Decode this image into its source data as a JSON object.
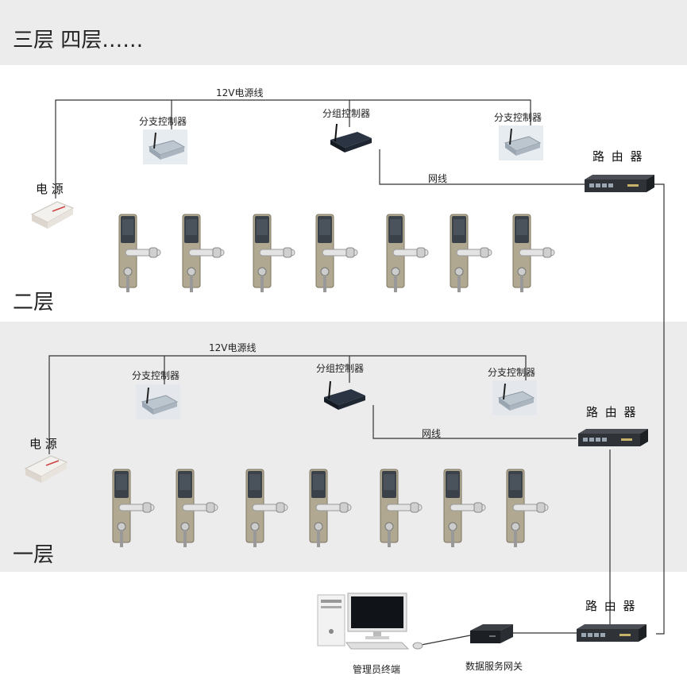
{
  "title_label": "三层  四层……",
  "floors": [
    {
      "name": "二层",
      "power_line_label": "12V电源线",
      "branch_controller_left": "分支控制器",
      "group_controller": "分组控制器",
      "branch_controller_right": "分支控制器",
      "network_cable": "网线",
      "router": "路 由 器",
      "power_supply": "电  源",
      "lock_count": 7
    },
    {
      "name": "一层",
      "power_line_label": "12V电源线",
      "branch_controller_left": "分支控制器",
      "group_controller": "分组控制器",
      "branch_controller_right": "分支控制器",
      "network_cable": "网线",
      "router": "路 由 器",
      "power_supply": "电  源",
      "lock_count": 7
    }
  ],
  "ground": {
    "router": "路 由 器",
    "gateway": "数据服务网关",
    "admin_terminal": "管理员终端"
  },
  "colors": {
    "band_gray": "#ececed",
    "line": "#333333",
    "lock_plate": "#a89f8a",
    "device_dark": "#1f2733"
  }
}
